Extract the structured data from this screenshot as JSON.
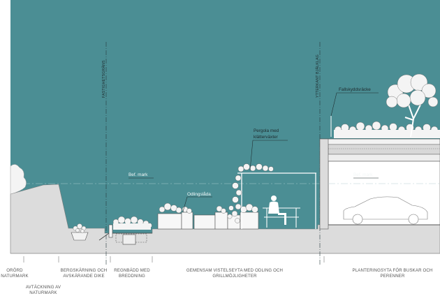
{
  "colors": {
    "sky": "#4b8e94",
    "ground": "#dcdcdc",
    "ground_dark": "#cfcfcf",
    "line": "#2b2b2b",
    "white": "#ffffff",
    "plant": "#f4f4f4"
  },
  "section": {
    "vertical_labels": {
      "fastighetsgrans": "FASTIGHETSGRÄNS",
      "ytterkant_bjalklag": "YTTERKANT BJÄLKLAG"
    },
    "annotations": {
      "fallskyddsracke": "Fallskyddsräcke",
      "pergola_line1": "Pergola med",
      "pergola_line2": "klätterväxter",
      "bef_mark_left": "Bef. mark",
      "bef_mark_right": "Bef. mark",
      "odlingslada": "Odlingslåda"
    }
  },
  "zones": {
    "orord_line1": "ORÖRD",
    "orord_line2": "NATURMARK",
    "avtackning_line1": "AVTÄCKNING AV",
    "avtackning_line2": "NATURMARK",
    "bergskarning_line1": "BERGSKÄRNING OCH",
    "bergskarning_line2": "AVSKÄRANDE DIKE",
    "regnbadd_line1": "REGNBÄDD MED",
    "regnbadd_line2": "BREDDNING",
    "gemensam_line1": "GEMENSAM VISTELSEYTA MED ODLING OCH",
    "gemensam_line2": "GRILLMÖJLIGHETER",
    "plantering_line1": "PLANTERINGSYTA FÖR BUSKAR OCH",
    "plantering_line2": "PERENNER"
  }
}
